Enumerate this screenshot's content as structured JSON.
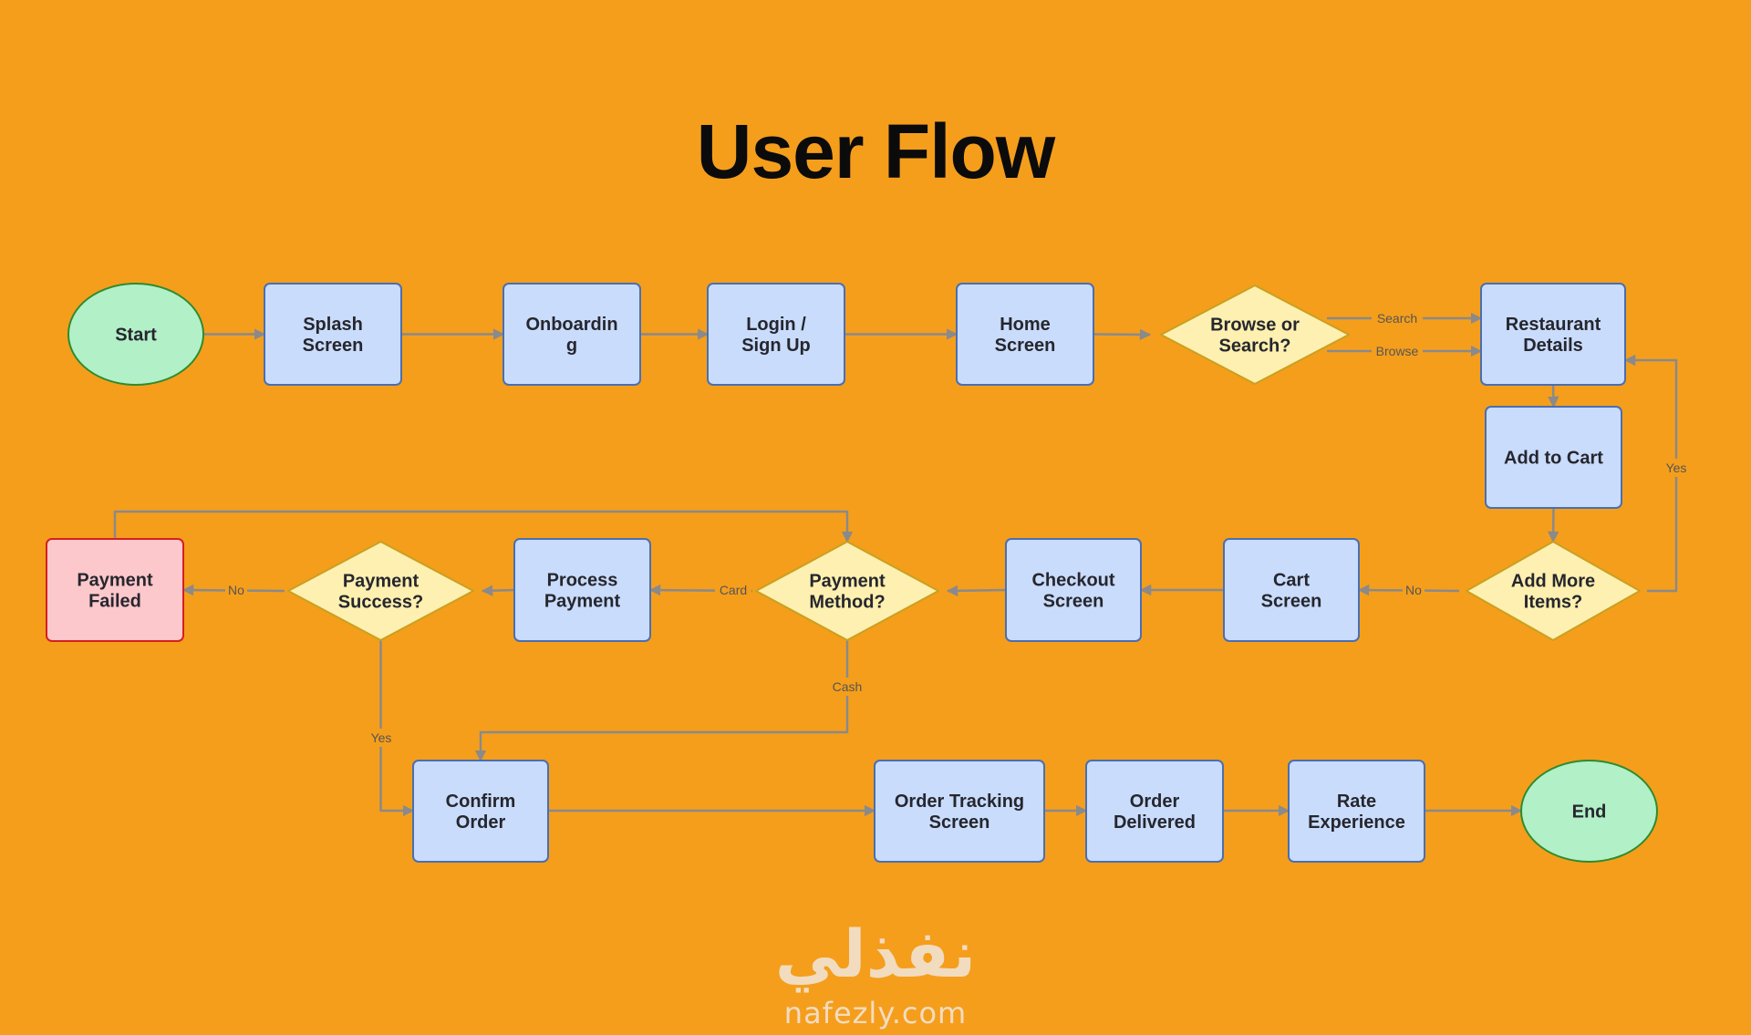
{
  "title": "User Flow",
  "colors": {
    "background": "#f59e1c",
    "process_fill": "#c9dcfc",
    "process_stroke": "#4a6fb0",
    "decision_fill": "#fdf0b0",
    "decision_stroke": "#c9a020",
    "terminal_fill": "#b2f0c8",
    "terminal_stroke": "#2e8b2e",
    "error_fill": "#fcc8cc",
    "error_stroke": "#d42020",
    "edge": "#8a8a8a"
  },
  "nodes": [
    {
      "id": "start",
      "type": "terminal",
      "lines": [
        "Start"
      ]
    },
    {
      "id": "splash",
      "type": "process",
      "lines": [
        "Splash",
        "Screen"
      ]
    },
    {
      "id": "onboarding",
      "type": "process",
      "lines": [
        "Onboardin",
        "g"
      ]
    },
    {
      "id": "login",
      "type": "process",
      "lines": [
        "Login /",
        "Sign Up"
      ]
    },
    {
      "id": "home",
      "type": "process",
      "lines": [
        "Home",
        "Screen"
      ]
    },
    {
      "id": "browse",
      "type": "decision",
      "lines": [
        "Browse or",
        "Search?"
      ]
    },
    {
      "id": "restaurant",
      "type": "process",
      "lines": [
        "Restaurant",
        "Details"
      ]
    },
    {
      "id": "addcart",
      "type": "process",
      "lines": [
        "Add to Cart"
      ]
    },
    {
      "id": "addmore",
      "type": "decision",
      "lines": [
        "Add More",
        "Items?"
      ]
    },
    {
      "id": "cart",
      "type": "process",
      "lines": [
        "Cart",
        "Screen"
      ]
    },
    {
      "id": "checkout",
      "type": "process",
      "lines": [
        "Checkout",
        "Screen"
      ]
    },
    {
      "id": "paymethod",
      "type": "decision",
      "lines": [
        "Payment",
        "Method?"
      ]
    },
    {
      "id": "process",
      "type": "process",
      "lines": [
        "Process",
        "Payment"
      ]
    },
    {
      "id": "paysuccess",
      "type": "decision",
      "lines": [
        "Payment",
        "Success?"
      ]
    },
    {
      "id": "payfailed",
      "type": "error",
      "lines": [
        "Payment",
        "Failed"
      ]
    },
    {
      "id": "confirm",
      "type": "process",
      "lines": [
        "Confirm",
        "Order"
      ]
    },
    {
      "id": "tracking",
      "type": "process",
      "lines": [
        "Order Tracking",
        "Screen"
      ]
    },
    {
      "id": "delivered",
      "type": "process",
      "lines": [
        "Order",
        "Delivered"
      ]
    },
    {
      "id": "rate",
      "type": "process",
      "lines": [
        "Rate",
        "Experience"
      ]
    },
    {
      "id": "end",
      "type": "terminal",
      "lines": [
        "End"
      ]
    }
  ],
  "edges": [
    {
      "from": "start",
      "to": "splash",
      "label": ""
    },
    {
      "from": "splash",
      "to": "onboarding",
      "label": ""
    },
    {
      "from": "onboarding",
      "to": "login",
      "label": ""
    },
    {
      "from": "login",
      "to": "home",
      "label": ""
    },
    {
      "from": "home",
      "to": "browse",
      "label": ""
    },
    {
      "from": "browse",
      "to": "restaurant",
      "label": "Search"
    },
    {
      "from": "browse",
      "to": "restaurant",
      "label": "Browse"
    },
    {
      "from": "restaurant",
      "to": "addcart",
      "label": ""
    },
    {
      "from": "addcart",
      "to": "addmore",
      "label": ""
    },
    {
      "from": "addmore",
      "to": "restaurant",
      "label": "Yes"
    },
    {
      "from": "addmore",
      "to": "cart",
      "label": "No"
    },
    {
      "from": "cart",
      "to": "checkout",
      "label": ""
    },
    {
      "from": "checkout",
      "to": "paymethod",
      "label": ""
    },
    {
      "from": "paymethod",
      "to": "process",
      "label": "Card"
    },
    {
      "from": "paymethod",
      "to": "confirm",
      "label": "Cash"
    },
    {
      "from": "process",
      "to": "paysuccess",
      "label": ""
    },
    {
      "from": "paysuccess",
      "to": "payfailed",
      "label": "No"
    },
    {
      "from": "paysuccess",
      "to": "confirm",
      "label": "Yes"
    },
    {
      "from": "payfailed",
      "to": "paymethod",
      "label": ""
    },
    {
      "from": "confirm",
      "to": "tracking",
      "label": ""
    },
    {
      "from": "tracking",
      "to": "delivered",
      "label": ""
    },
    {
      "from": "delivered",
      "to": "rate",
      "label": ""
    },
    {
      "from": "rate",
      "to": "end",
      "label": ""
    }
  ],
  "watermark": {
    "arabic": "نفذلي",
    "latin": "nafezly.com"
  }
}
